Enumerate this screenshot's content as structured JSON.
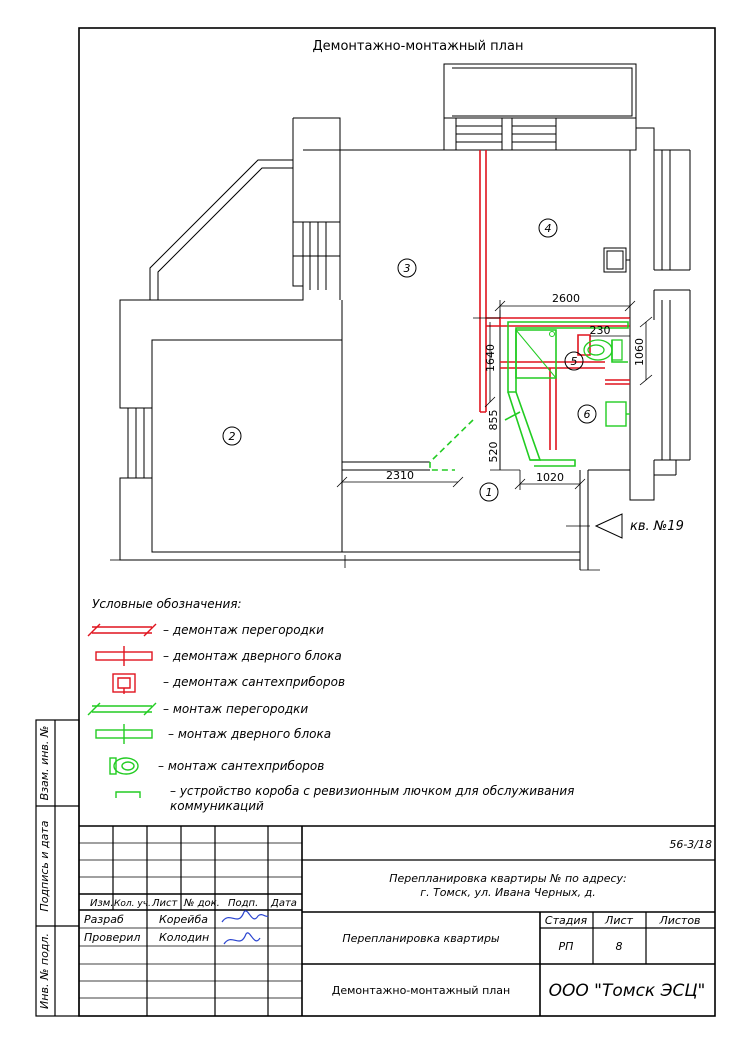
{
  "title": "Демонтажно-монтажный план",
  "rooms": [
    "1",
    "2",
    "3",
    "4",
    "5",
    "6"
  ],
  "dimensions": {
    "d2600": "2600",
    "d230": "230",
    "d1060": "1060",
    "d1640": "1640",
    "d855": "855",
    "d520": "520",
    "d2310": "2310",
    "d1020": "1020"
  },
  "entrance_label": "кв. №19",
  "legend": {
    "heading": "Условные обозначения:",
    "items": [
      "– демонтаж перегородки",
      "– демонтаж дверного блока",
      "– демонтаж сантехприборов",
      "– монтаж перегородки",
      "– монтаж дверного блока",
      "– монтаж сантехприборов",
      "– устройство короба с ревизионным лючком для обслуживания",
      "коммуникаций"
    ]
  },
  "side_labels": {
    "inv_vzam": "Взам. инв. №",
    "podpis": "Подпись и дата",
    "inv_podl": "Инв. № подл."
  },
  "stamp": {
    "doc_code": "56-3/18",
    "project_line1": "Перепланировка квартиры №      по адресу:",
    "project_line2": "г. Томск, ул. Ивана Черных, д.",
    "col_izm": "Изм.",
    "col_kol": "Кол. уч.",
    "col_list": "Лист",
    "col_ndok": "№ док.",
    "col_podp": "Подп.",
    "col_data": "Дата",
    "role1": "Разраб",
    "name1": "Корейба",
    "role2": "Проверил",
    "name2": "Колодин",
    "object_name": "Перепланировка квартиры",
    "stadia_label": "Стадия",
    "list_label": "Лист",
    "listov_label": "Листов",
    "stadia": "РП",
    "sheet": "8",
    "sheet_title": "Демонтажно-монтажный план",
    "company": "ООО \"Томск ЭСЦ\""
  },
  "colors": {
    "demolition": "#e0141e",
    "installation": "#22cc22",
    "lines": "#000000"
  }
}
